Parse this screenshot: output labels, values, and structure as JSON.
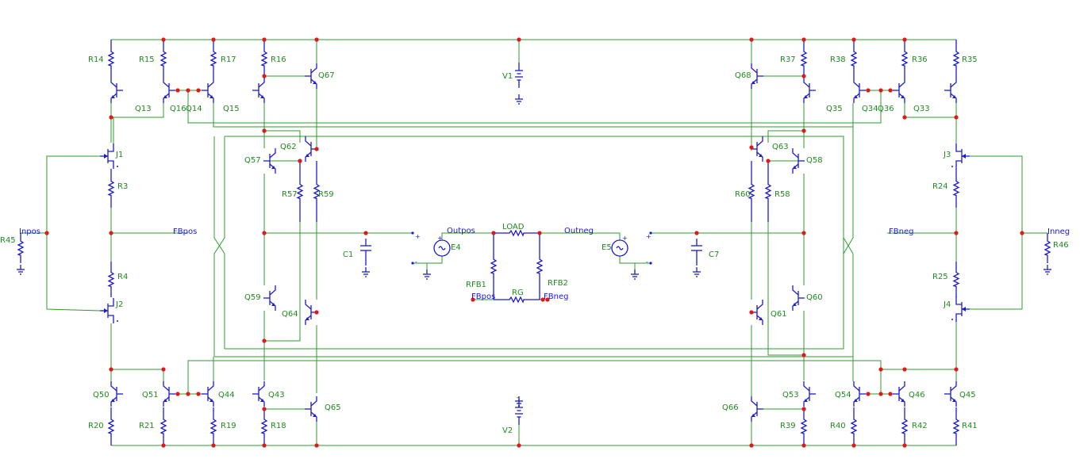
{
  "colors": {
    "wire": "#2e9a2e",
    "device": "#1a1ad4",
    "junction": "#e01818",
    "label": "#1f8a1f",
    "net_label": "#1a1ad4"
  },
  "sources": {
    "V1": "V1",
    "V2": "V2",
    "E4": "E4",
    "E5": "E5"
  },
  "passives": {
    "R14": "R14",
    "R15": "R15",
    "R17": "R17",
    "R16": "R16",
    "R37": "R37",
    "R38": "R38",
    "R36": "R36",
    "R35": "R35",
    "R3": "R3",
    "R4": "R4",
    "R24": "R24",
    "R25": "R25",
    "R45": "R45",
    "R46": "R46",
    "R57": "R57",
    "R59": "R59",
    "R60": "R60",
    "R58": "R58",
    "R20": "R20",
    "R21": "R21",
    "R19": "R19",
    "R18": "R18",
    "R39": "R39",
    "R40": "R40",
    "R42": "R42",
    "R41": "R41",
    "RFB1": "RFB1",
    "RFB2": "RFB2",
    "RG": "RG",
    "LOAD": "LOAD",
    "C1": "C1",
    "C7": "C7"
  },
  "transistors": {
    "Q13": "Q13",
    "Q16": "Q16",
    "Q14": "Q14",
    "Q15": "Q15",
    "Q67": "Q67",
    "Q68": "Q68",
    "Q35": "Q35",
    "Q34": "Q34",
    "Q36": "Q36",
    "Q33": "Q33",
    "Q62": "Q62",
    "Q57": "Q57",
    "Q63": "Q63",
    "Q58": "Q58",
    "Q59": "Q59",
    "Q64": "Q64",
    "Q60": "Q60",
    "Q61": "Q61",
    "Q50": "Q50",
    "Q51": "Q51",
    "Q44": "Q44",
    "Q43": "Q43",
    "Q65": "Q65",
    "Q66": "Q66",
    "Q53": "Q53",
    "Q54": "Q54",
    "Q46": "Q46",
    "Q45": "Q45",
    "J1": "J1",
    "J2": "J2",
    "J3": "J3",
    "J4": "J4"
  },
  "nets": {
    "inpos": "Inpos",
    "inneg": "Inneg",
    "fbpos_left": "FBpos",
    "fbneg_right": "FBneg",
    "outpos": "Outpos",
    "outneg": "Outneg",
    "fbpos_mid": "FBpos",
    "fbneg_mid": "FBneg"
  },
  "polarity": {
    "plus": "+",
    "minus": "-"
  }
}
